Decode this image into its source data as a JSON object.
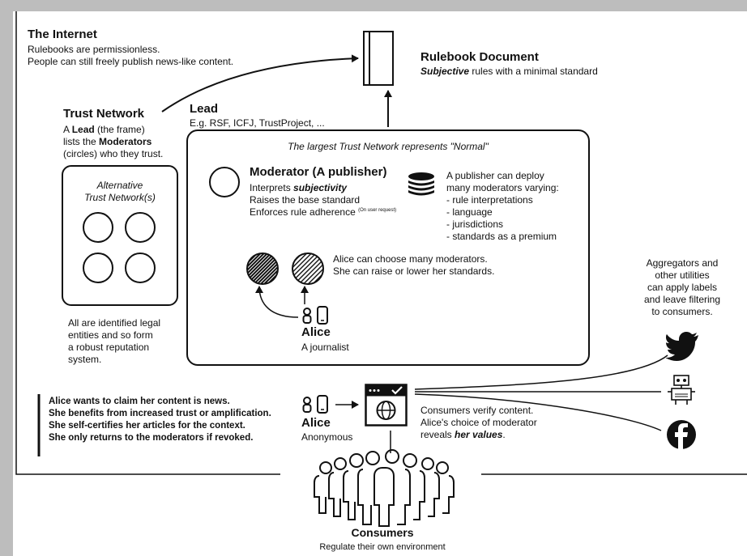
{
  "internet": {
    "title": "The Internet",
    "line1": "Rulebooks are permissionless.",
    "line2": "People can still freely publish news-like content."
  },
  "rulebook": {
    "title": "Rulebook Document",
    "subtitle_em": "Subjective",
    "subtitle_rest": " rules with a minimal standard"
  },
  "trust_network": {
    "title": "Trust Network",
    "l1_a": "A ",
    "l1_b": "Lead",
    "l1_c": " (the frame)",
    "l2_a": "lists the ",
    "l2_b": "Moderators",
    "l3": "(circles) who they trust."
  },
  "lead": {
    "title": "Lead",
    "examples": "E.g. RSF, ICFJ, TrustProject, ..."
  },
  "alternative": {
    "title_line1": "Alternative",
    "title_line2": "Trust Network(s)",
    "note_lines": [
      "All are identified legal",
      "entities and so form",
      "a robust reputation",
      "system."
    ]
  },
  "main_network": {
    "caption": "The largest Trust Network represents \"Normal\""
  },
  "moderator": {
    "title": "Moderator (A publisher)",
    "line1_a": "Interprets ",
    "line1_b": "subjectivity",
    "line2": "Raises the base standard",
    "line3": "Enforces rule adherence",
    "line3_note": "(On user request)"
  },
  "deploy": {
    "lines": [
      "A publisher can deploy",
      "many moderators varying:",
      "- rule interpretations",
      "- language",
      "- jurisdictions",
      "- standards as a premium"
    ]
  },
  "choice": {
    "line1": "Alice can choose many moderators.",
    "line2": "She can raise or lower her standards."
  },
  "alice_journalist": {
    "name": "Alice",
    "role": "A journalist"
  },
  "aggregators": {
    "lines": [
      "Aggregators and",
      "other utilities",
      "can apply labels",
      "and leave filtering",
      "to consumers."
    ]
  },
  "claim": {
    "lines": [
      "Alice wants to claim her content is news.",
      "She benefits from increased trust or amplification.",
      "She self-certifies her articles for the context.",
      "She only returns to the moderators if revoked."
    ]
  },
  "alice_anon": {
    "name": "Alice",
    "role": "Anonymous"
  },
  "verify": {
    "line1": "Consumers verify content.",
    "line2": "Alice's choice of moderator",
    "line3_a": "reveals ",
    "line3_b": "her values",
    "line3_c": "."
  },
  "consumers": {
    "title": "Consumers",
    "subtitle": "Regulate their own environment"
  },
  "icons": [
    "document-icon",
    "database-icon",
    "person-icon",
    "phone-icon",
    "browser-icon",
    "globe-icon",
    "twitter-bird-icon",
    "robot-icon",
    "facebook-icon",
    "crowd-icon"
  ],
  "colors": {
    "ink": "#111111",
    "paper": "#ffffff",
    "frame": "#bdbdbd"
  }
}
